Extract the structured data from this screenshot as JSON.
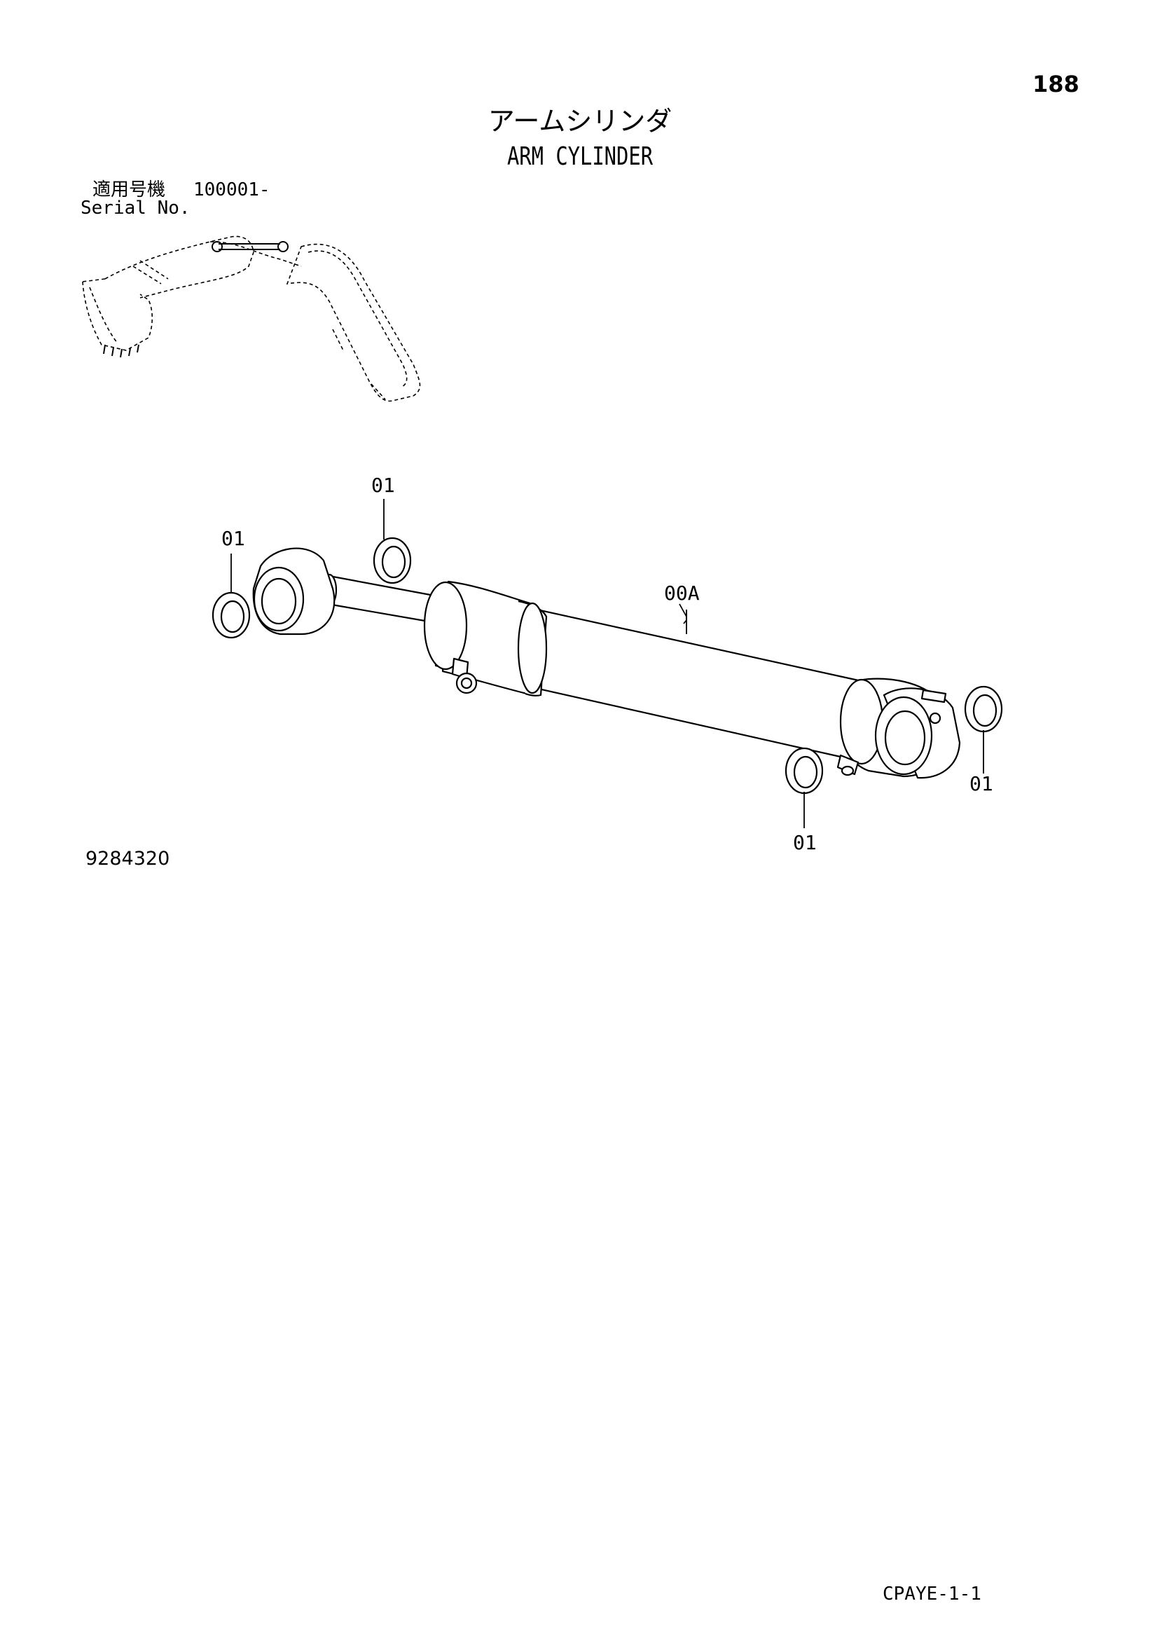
{
  "page": {
    "number": "188",
    "title_jp": "アームシリンダ",
    "title_en": "ARM CYLINDER",
    "serial_label_jp": "適用号機",
    "serial_range": "100001-",
    "serial_label_en": "Serial No.",
    "drawing_number": "9284320",
    "footer_code": "CPAYE-1-1"
  },
  "callouts": {
    "seal_top": "01",
    "seal_left": "01",
    "cylinder": "00A",
    "seal_right": "01",
    "seal_bottom": "01"
  }
}
